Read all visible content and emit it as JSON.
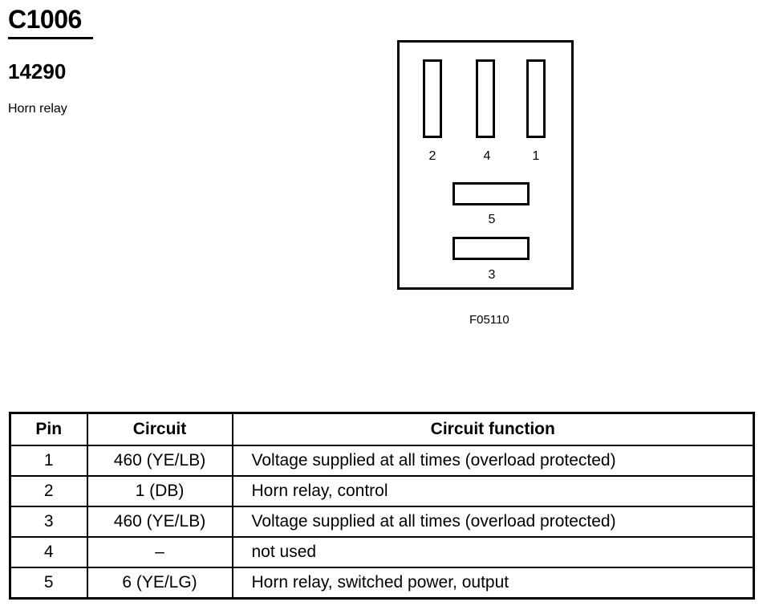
{
  "connector_id": "C1006",
  "part_number": "14290",
  "description": "Horn relay",
  "diagram": {
    "pins_top": [
      "2",
      "4",
      "1"
    ],
    "pins_middle": [
      "5",
      "3"
    ],
    "figure_id": "F05110"
  },
  "table": {
    "headers": [
      "Pin",
      "Circuit",
      "Circuit function"
    ],
    "rows": [
      [
        "1",
        "460 (YE/LB)",
        "Voltage supplied at all times (overload protected)"
      ],
      [
        "2",
        "1 (DB)",
        "Horn relay, control"
      ],
      [
        "3",
        "460 (YE/LB)",
        "Voltage supplied at all times (overload protected)"
      ],
      [
        "4",
        "–",
        "not used"
      ],
      [
        "5",
        "6 (YE/LG)",
        "Horn relay, switched power, output"
      ]
    ]
  }
}
